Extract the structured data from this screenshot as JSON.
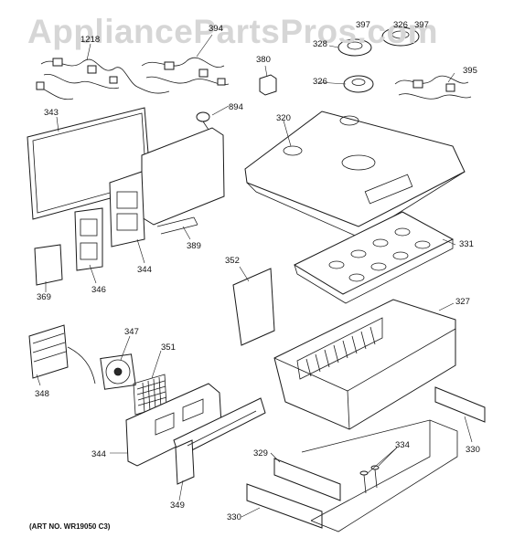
{
  "watermark": "AppliancePartsPros.com",
  "art_number": "(ART NO. WR19050 C3)",
  "callouts": {
    "p1218": "1218",
    "p394": "394",
    "p397a": "397",
    "p326a": "326",
    "p397b": "397",
    "p328": "328",
    "p380": "380",
    "p326b": "326",
    "p395": "395",
    "p343": "343",
    "p894": "894",
    "p320": "320",
    "p389": "389",
    "p331": "331",
    "p352": "352",
    "p344a": "344",
    "p346": "346",
    "p369": "369",
    "p327": "327",
    "p347": "347",
    "p351": "351",
    "p348": "348",
    "p334": "334",
    "p344b": "344",
    "p329": "329",
    "p330a": "330",
    "p349": "349",
    "p330b": "330"
  }
}
